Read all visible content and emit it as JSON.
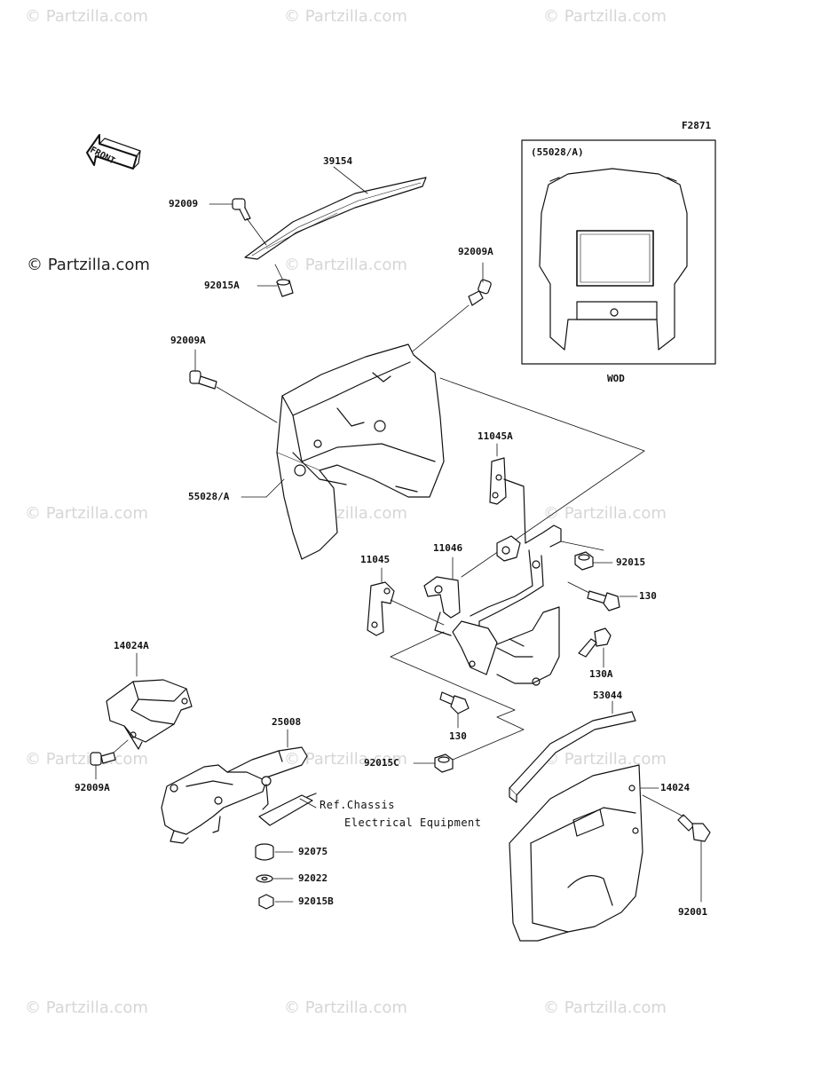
{
  "diagram_id": "F2871",
  "watermark": "© Partzilla.com",
  "watermark_main": "© Partzilla.com",
  "front_arrow": "FRONT",
  "inset": {
    "title": "(55028/A)",
    "caption": "WOD"
  },
  "reference": {
    "line1": "Ref.Chassis",
    "line2": "Electrical Equipment"
  },
  "parts": [
    {
      "id": "p39154",
      "label": "39154"
    },
    {
      "id": "p92009",
      "label": "92009"
    },
    {
      "id": "p92015A",
      "label": "92015A"
    },
    {
      "id": "p92009A_top",
      "label": "92009A"
    },
    {
      "id": "p92009A_left",
      "label": "92009A"
    },
    {
      "id": "p55028A",
      "label": "55028/A"
    },
    {
      "id": "p11045A",
      "label": "11045A"
    },
    {
      "id": "p11046",
      "label": "11046"
    },
    {
      "id": "p11045",
      "label": "11045"
    },
    {
      "id": "p92015",
      "label": "92015"
    },
    {
      "id": "p130",
      "label": "130"
    },
    {
      "id": "p130A",
      "label": "130A"
    },
    {
      "id": "p130b",
      "label": "130"
    },
    {
      "id": "p14024A",
      "label": "14024A"
    },
    {
      "id": "p92009A_low",
      "label": "92009A"
    },
    {
      "id": "p25008",
      "label": "25008"
    },
    {
      "id": "p92015C",
      "label": "92015C"
    },
    {
      "id": "p53044",
      "label": "53044"
    },
    {
      "id": "p14024",
      "label": "14024"
    },
    {
      "id": "p92075",
      "label": "92075"
    },
    {
      "id": "p92022",
      "label": "92022"
    },
    {
      "id": "p92015B",
      "label": "92015B"
    },
    {
      "id": "p92001",
      "label": "92001"
    }
  ]
}
